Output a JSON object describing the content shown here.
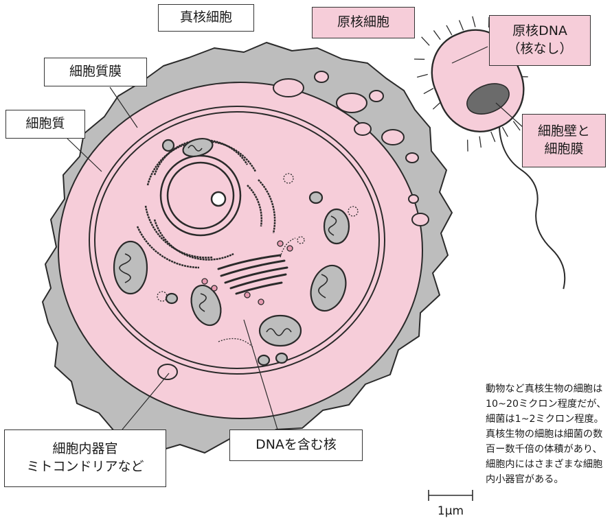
{
  "labels": {
    "eukaryote_title": "真核細胞",
    "prokaryote_title": "原核細胞",
    "prokaryote_dna": "原核DNA\n（核なし）",
    "cell_wall_membrane": "細胞壁と\n細胞膜",
    "cell_membrane": "細胞質膜",
    "cytoplasm": "細胞質",
    "organelles": "細胞内器官\nミトコンドリアなど",
    "nucleus": "DNAを含む核"
  },
  "note": {
    "paragraph1": "動物など真核生物の細胞は10~20ミクロン程度だが、細菌は1~2ミクロン程度。",
    "paragraph2": "真核生物の細胞は細菌の数百ー数千倍の体積があり、細胞内にはさまざまな細胞内小器官がある。"
  },
  "scale_bar_label": "1μm",
  "colors": {
    "cytoplasm_pink": "#f6cdd9",
    "outer_gray": "#bdbdbd",
    "label_pink": "#f6cdd9",
    "line": "#2a2a2a"
  }
}
